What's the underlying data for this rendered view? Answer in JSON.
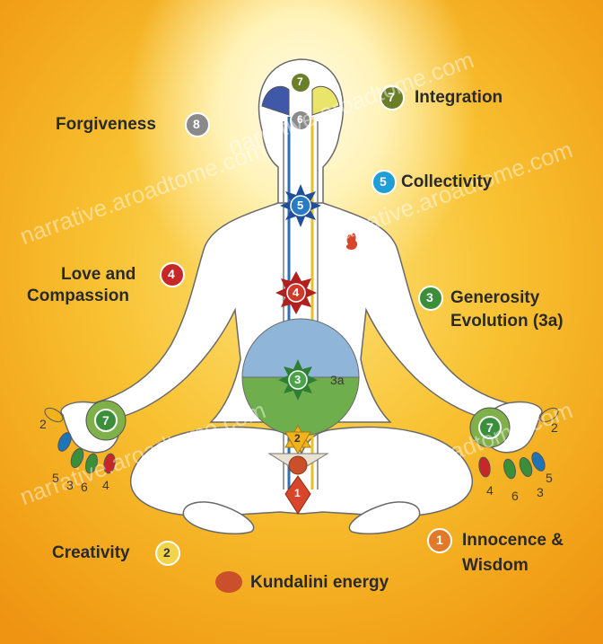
{
  "labels": {
    "forgiveness": "Forgiveness",
    "integration": "Integration",
    "collectivity": "Collectivity",
    "love_and": "Love and",
    "compassion": "Compassion",
    "generosity": "Generosity",
    "evolution": "Evolution (3a)",
    "creativity": "Creativity",
    "innocence": "Innocence &",
    "wisdom": "Wisdom",
    "kundalini": "Kundalini energy"
  },
  "badges": {
    "b8": "8",
    "b7": "7",
    "b6": "6",
    "b5": "5",
    "b4": "4",
    "b3": "3",
    "b2": "2",
    "b1": "1",
    "b3a": "3a"
  },
  "fingers": {
    "left": {
      "thumb": "2",
      "pinky": "5",
      "ring": "3",
      "middle": "6",
      "index": "4"
    },
    "right": {
      "thumb": "2",
      "pinky": "5",
      "ring": "3",
      "middle": "6",
      "index": "4"
    }
  },
  "watermark": "narrative.aroadtome.com",
  "colors": {
    "c1": "#d9452a",
    "c2": "#f2b21c",
    "c3": "#3b8f3a",
    "c4": "#c62828",
    "c5": "#1f73b7",
    "c6": "#8a8a8a",
    "c7": "#6b7f2a",
    "c8": "#8a8a8a",
    "kundalini": "#c9502a"
  }
}
